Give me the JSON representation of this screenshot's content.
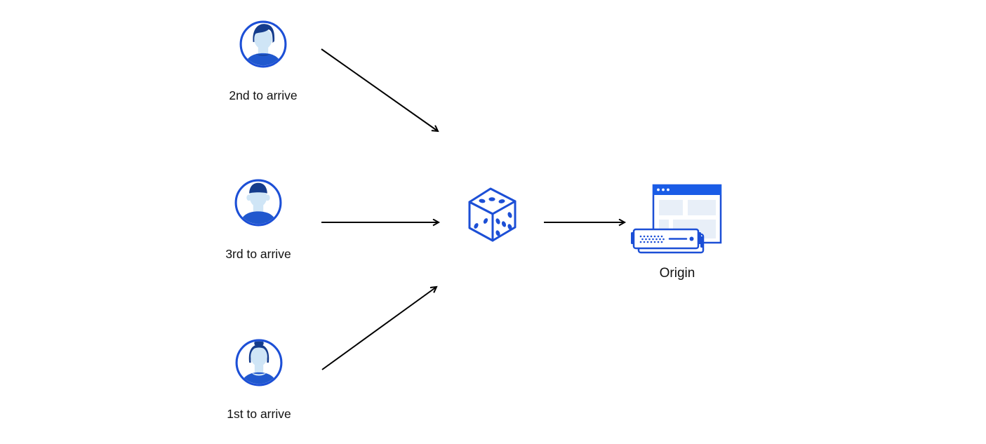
{
  "diagram": {
    "description": "Three visitors' requests arrive at a random-selection dice which forwards one to the origin server",
    "nodes": {
      "visitor_second": {
        "label": "2nd to arrive",
        "icon": "male-avatar"
      },
      "visitor_third": {
        "label": "3rd to arrive",
        "icon": "male-avatar-short-hair"
      },
      "visitor_first": {
        "label": "1st to arrive",
        "icon": "female-avatar"
      },
      "random_pick": {
        "icon": "dice"
      },
      "origin": {
        "label": "Origin",
        "icon": "origin-server-with-browser"
      }
    },
    "edges": [
      {
        "from": "visitor_second",
        "to": "random_pick"
      },
      {
        "from": "visitor_third",
        "to": "random_pick"
      },
      {
        "from": "visitor_first",
        "to": "random_pick"
      },
      {
        "from": "random_pick",
        "to": "origin"
      }
    ]
  },
  "colors": {
    "canvas-bg": "#ffffff",
    "icon-blue": "#1c4fd6",
    "titlebar-blue": "#1a5ce6",
    "hair-navy": "#153c8c",
    "shirt-blue": "#2058ce",
    "face-blue": "#cfe5f6",
    "panel-blue": "#e8eff8",
    "arrow-black": "#000000",
    "label-text": "#111111"
  }
}
